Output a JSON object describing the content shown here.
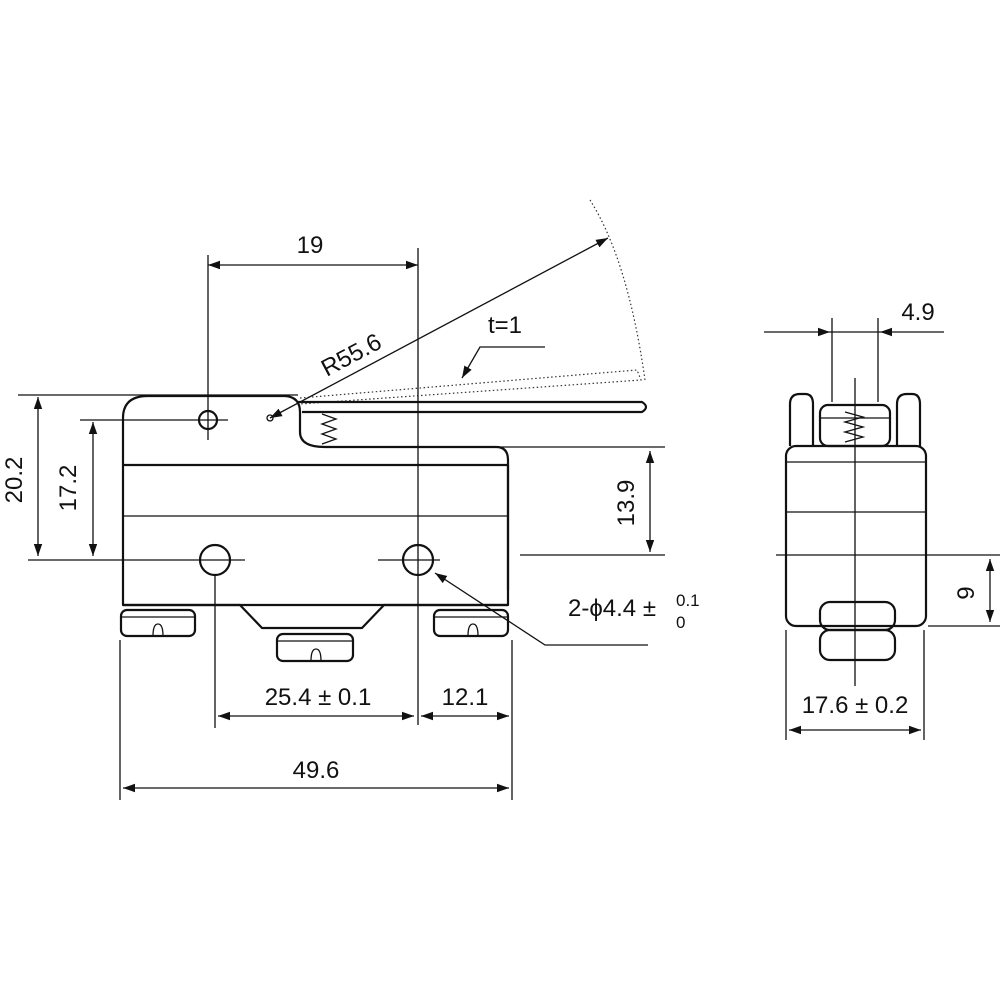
{
  "drawing": {
    "front_view": {
      "dim_lever_offset": "19",
      "dim_radius": "R55.6",
      "dim_lever_thickness": "t=1",
      "dim_overall_height": "20.2",
      "dim_body_height": "17.2",
      "dim_hole_height": "13.9",
      "dim_hole_pitch": "25.4 ± 0.1",
      "dim_hole_to_edge": "12.1",
      "dim_body_length": "49.6",
      "dim_holes_label_main": "2-ϕ4.4 ±",
      "dim_holes_tol_upper": "0.1",
      "dim_holes_tol_lower": "0"
    },
    "side_view": {
      "dim_plunger_width": "4.9",
      "dim_hole_center": "9",
      "dim_body_width": "17.6 ± 0.2"
    }
  }
}
